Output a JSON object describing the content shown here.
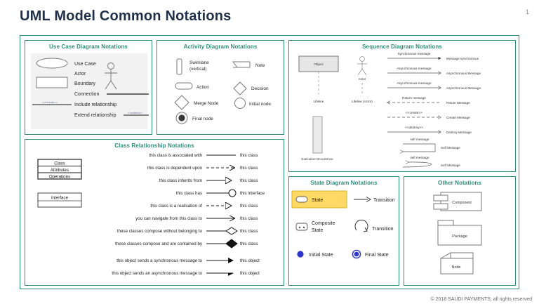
{
  "header": {
    "title": "UML Model Common Notations",
    "page_number": "1"
  },
  "footer": {
    "copyright": "© 2018 SAUDI PAYMENTS, all rights reserved"
  },
  "colors": {
    "accent": "#2f8e79",
    "title": "#1f3048",
    "highlight": "#ffd966",
    "state_dot": "#2b35c8"
  },
  "panels": {
    "use_case": {
      "title": "Use Case Diagram Notations",
      "items": [
        {
          "label": "Use Case",
          "shape": "ellipse"
        },
        {
          "label": "Actor",
          "shape": "stick-figure"
        },
        {
          "label": "Boundary",
          "shape": "rectangle"
        },
        {
          "label": "Connection",
          "shape": "solid-line"
        },
        {
          "label": "Include relationship",
          "shape": "dashed-line-stereotype",
          "stereotype": "<<include>>"
        },
        {
          "label": "Extend relationship",
          "shape": "dashed-line-stereotype",
          "stereotype": "<<extend>>"
        }
      ]
    },
    "activity": {
      "title": "Activity Diagram Notations",
      "items": [
        {
          "label": "Swimlane (vertical)",
          "shape": "tall-rounded-rect"
        },
        {
          "label": "Note",
          "shape": "note"
        },
        {
          "label": "Action",
          "shape": "stadium"
        },
        {
          "label": "Decision",
          "shape": "diamond"
        },
        {
          "label": "Merge Node",
          "shape": "diamond"
        },
        {
          "label": "Initial node",
          "shape": "circle"
        },
        {
          "label": "Final node",
          "shape": "double-circle"
        }
      ]
    },
    "sequence": {
      "title": "Sequence Diagram Notations",
      "left_items": [
        {
          "box_label": "Object",
          "caption": "Lifeline"
        },
        {
          "box_label": "Actor",
          "caption": "Lifeline (Actor)"
        },
        {
          "box_label": "",
          "caption": "Execution Occurrence"
        }
      ],
      "messages": [
        {
          "arrow_label": "Synchronous message",
          "name": "Message synchronous",
          "line": "solid",
          "head": "filled"
        },
        {
          "arrow_label": "Asynchronous message",
          "name": "Asynchronous Message",
          "line": "solid",
          "head": "open"
        },
        {
          "arrow_label": "Asynchronous message",
          "name": "Asynchronous Message",
          "line": "solid",
          "head": "open"
        },
        {
          "arrow_label": "Return message",
          "name": "Return Message",
          "line": "dashed",
          "head": "open-left"
        },
        {
          "arrow_label": "<<create>>",
          "name": "Create Message",
          "line": "dashed",
          "head": "open"
        },
        {
          "arrow_label": "<<destroy>>",
          "name": "Destroy Message",
          "line": "solid",
          "head": "open"
        },
        {
          "arrow_label": "self message",
          "name": "Self Message",
          "line": "self-square",
          "head": "open-left"
        },
        {
          "arrow_label": "self message",
          "name": "Self Message",
          "line": "self-curve",
          "head": "open-left"
        }
      ]
    },
    "class_rel": {
      "title": "Class Relationship Notations",
      "class_box": {
        "name": "Class",
        "attributes": "Attributes",
        "operations": "Operations"
      },
      "interface_box": {
        "name": "Interface"
      },
      "rows": [
        {
          "left": "this class is associated with",
          "right": "this class",
          "connector": "plain-line"
        },
        {
          "left": "this class is dependent upon",
          "right": "this class",
          "connector": "dashed-open-arrow"
        },
        {
          "left": "this class inherits from",
          "right": "this class",
          "connector": "solid-hollow-triangle"
        },
        {
          "left": "this class has",
          "right": "this interface",
          "connector": "solid-circle-socket"
        },
        {
          "left": "this class is a realisation of",
          "right": "this class",
          "connector": "dashed-hollow-triangle"
        },
        {
          "left": "you can navigate from this class to",
          "right": "this class",
          "connector": "solid-open-arrow"
        },
        {
          "left": "these classes compose without belonging to",
          "right": "this class",
          "connector": "hollow-diamond"
        },
        {
          "left": "these classes compose and are contained by",
          "right": "this class",
          "connector": "filled-diamond"
        },
        {
          "left": "this object sends a synchronous message to",
          "right": "this object",
          "connector": "filled-arrow"
        },
        {
          "left": "this object sends an asynchronous message to",
          "right": "this object",
          "connector": "half-arrow"
        }
      ]
    },
    "state": {
      "title": "State Diagram Notations",
      "items": [
        {
          "label": "State",
          "shape": "rounded-rect",
          "highlighted": true
        },
        {
          "label": "Transition",
          "shape": "straight-arrow",
          "highlighted": false
        },
        {
          "label": "Composite State",
          "shape": "composite-rounded-rect",
          "highlighted": false
        },
        {
          "label": "Transition",
          "shape": "curved-arrow",
          "highlighted": false
        },
        {
          "label": "Initial State",
          "shape": "filled-dot",
          "highlighted": false
        },
        {
          "label": "Final State",
          "shape": "ringed-dot",
          "highlighted": false
        }
      ]
    },
    "other": {
      "title": "Other Notations",
      "items": [
        {
          "label": "Component",
          "shape": "component"
        },
        {
          "label": "Package",
          "shape": "package"
        },
        {
          "label": "Node",
          "shape": "node-cube"
        }
      ]
    }
  }
}
